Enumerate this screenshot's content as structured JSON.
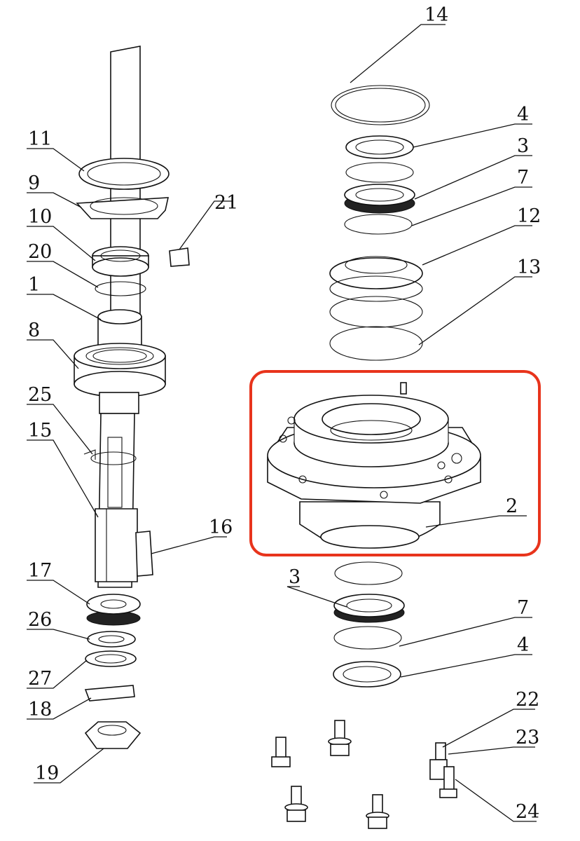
{
  "highlight_color": "#e8341c",
  "callouts": {
    "c1": "1",
    "c2": "2",
    "c3a": "3",
    "c3b": "3",
    "c4a": "4",
    "c4b": "4",
    "c7a": "7",
    "c7b": "7",
    "c8": "8",
    "c9": "9",
    "c10": "10",
    "c11": "11",
    "c12": "12",
    "c13": "13",
    "c14": "14",
    "c15": "15",
    "c16": "16",
    "c17": "17",
    "c18": "18",
    "c19": "19",
    "c20": "20",
    "c21": "21",
    "c22": "22",
    "c23": "23",
    "c24": "24",
    "c25": "25",
    "c26": "26",
    "c27": "27"
  }
}
